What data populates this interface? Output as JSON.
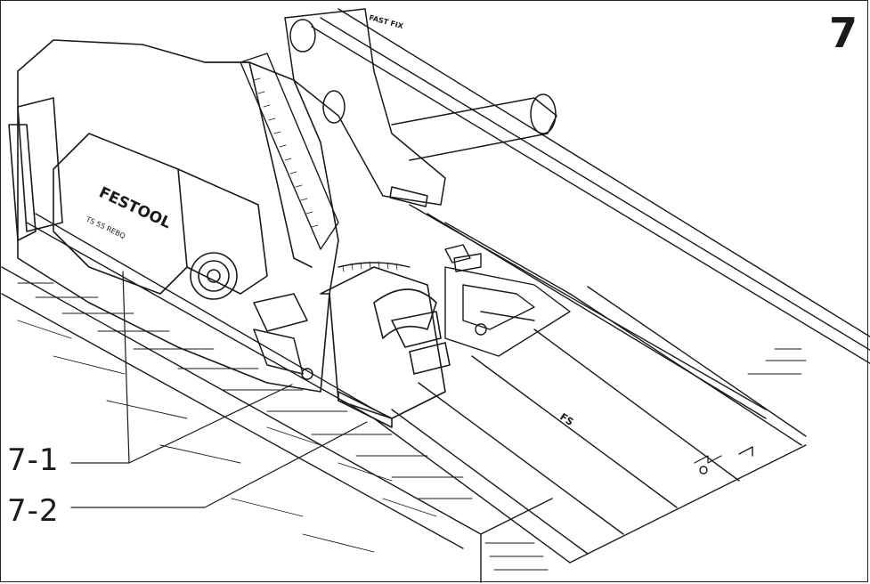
{
  "figure": {
    "number": "7",
    "callouts": [
      {
        "label": "7-1"
      },
      {
        "label": "7-2"
      }
    ],
    "machine_labels": {
      "brand": "FESTOOL",
      "model": "TS 55 REBQ",
      "rail": "FS",
      "fast_fix": "FAST FIX"
    },
    "colors": {
      "ink": "#1a1a1a",
      "paper": "#ffffff",
      "shade": "#d9d9d9"
    }
  }
}
